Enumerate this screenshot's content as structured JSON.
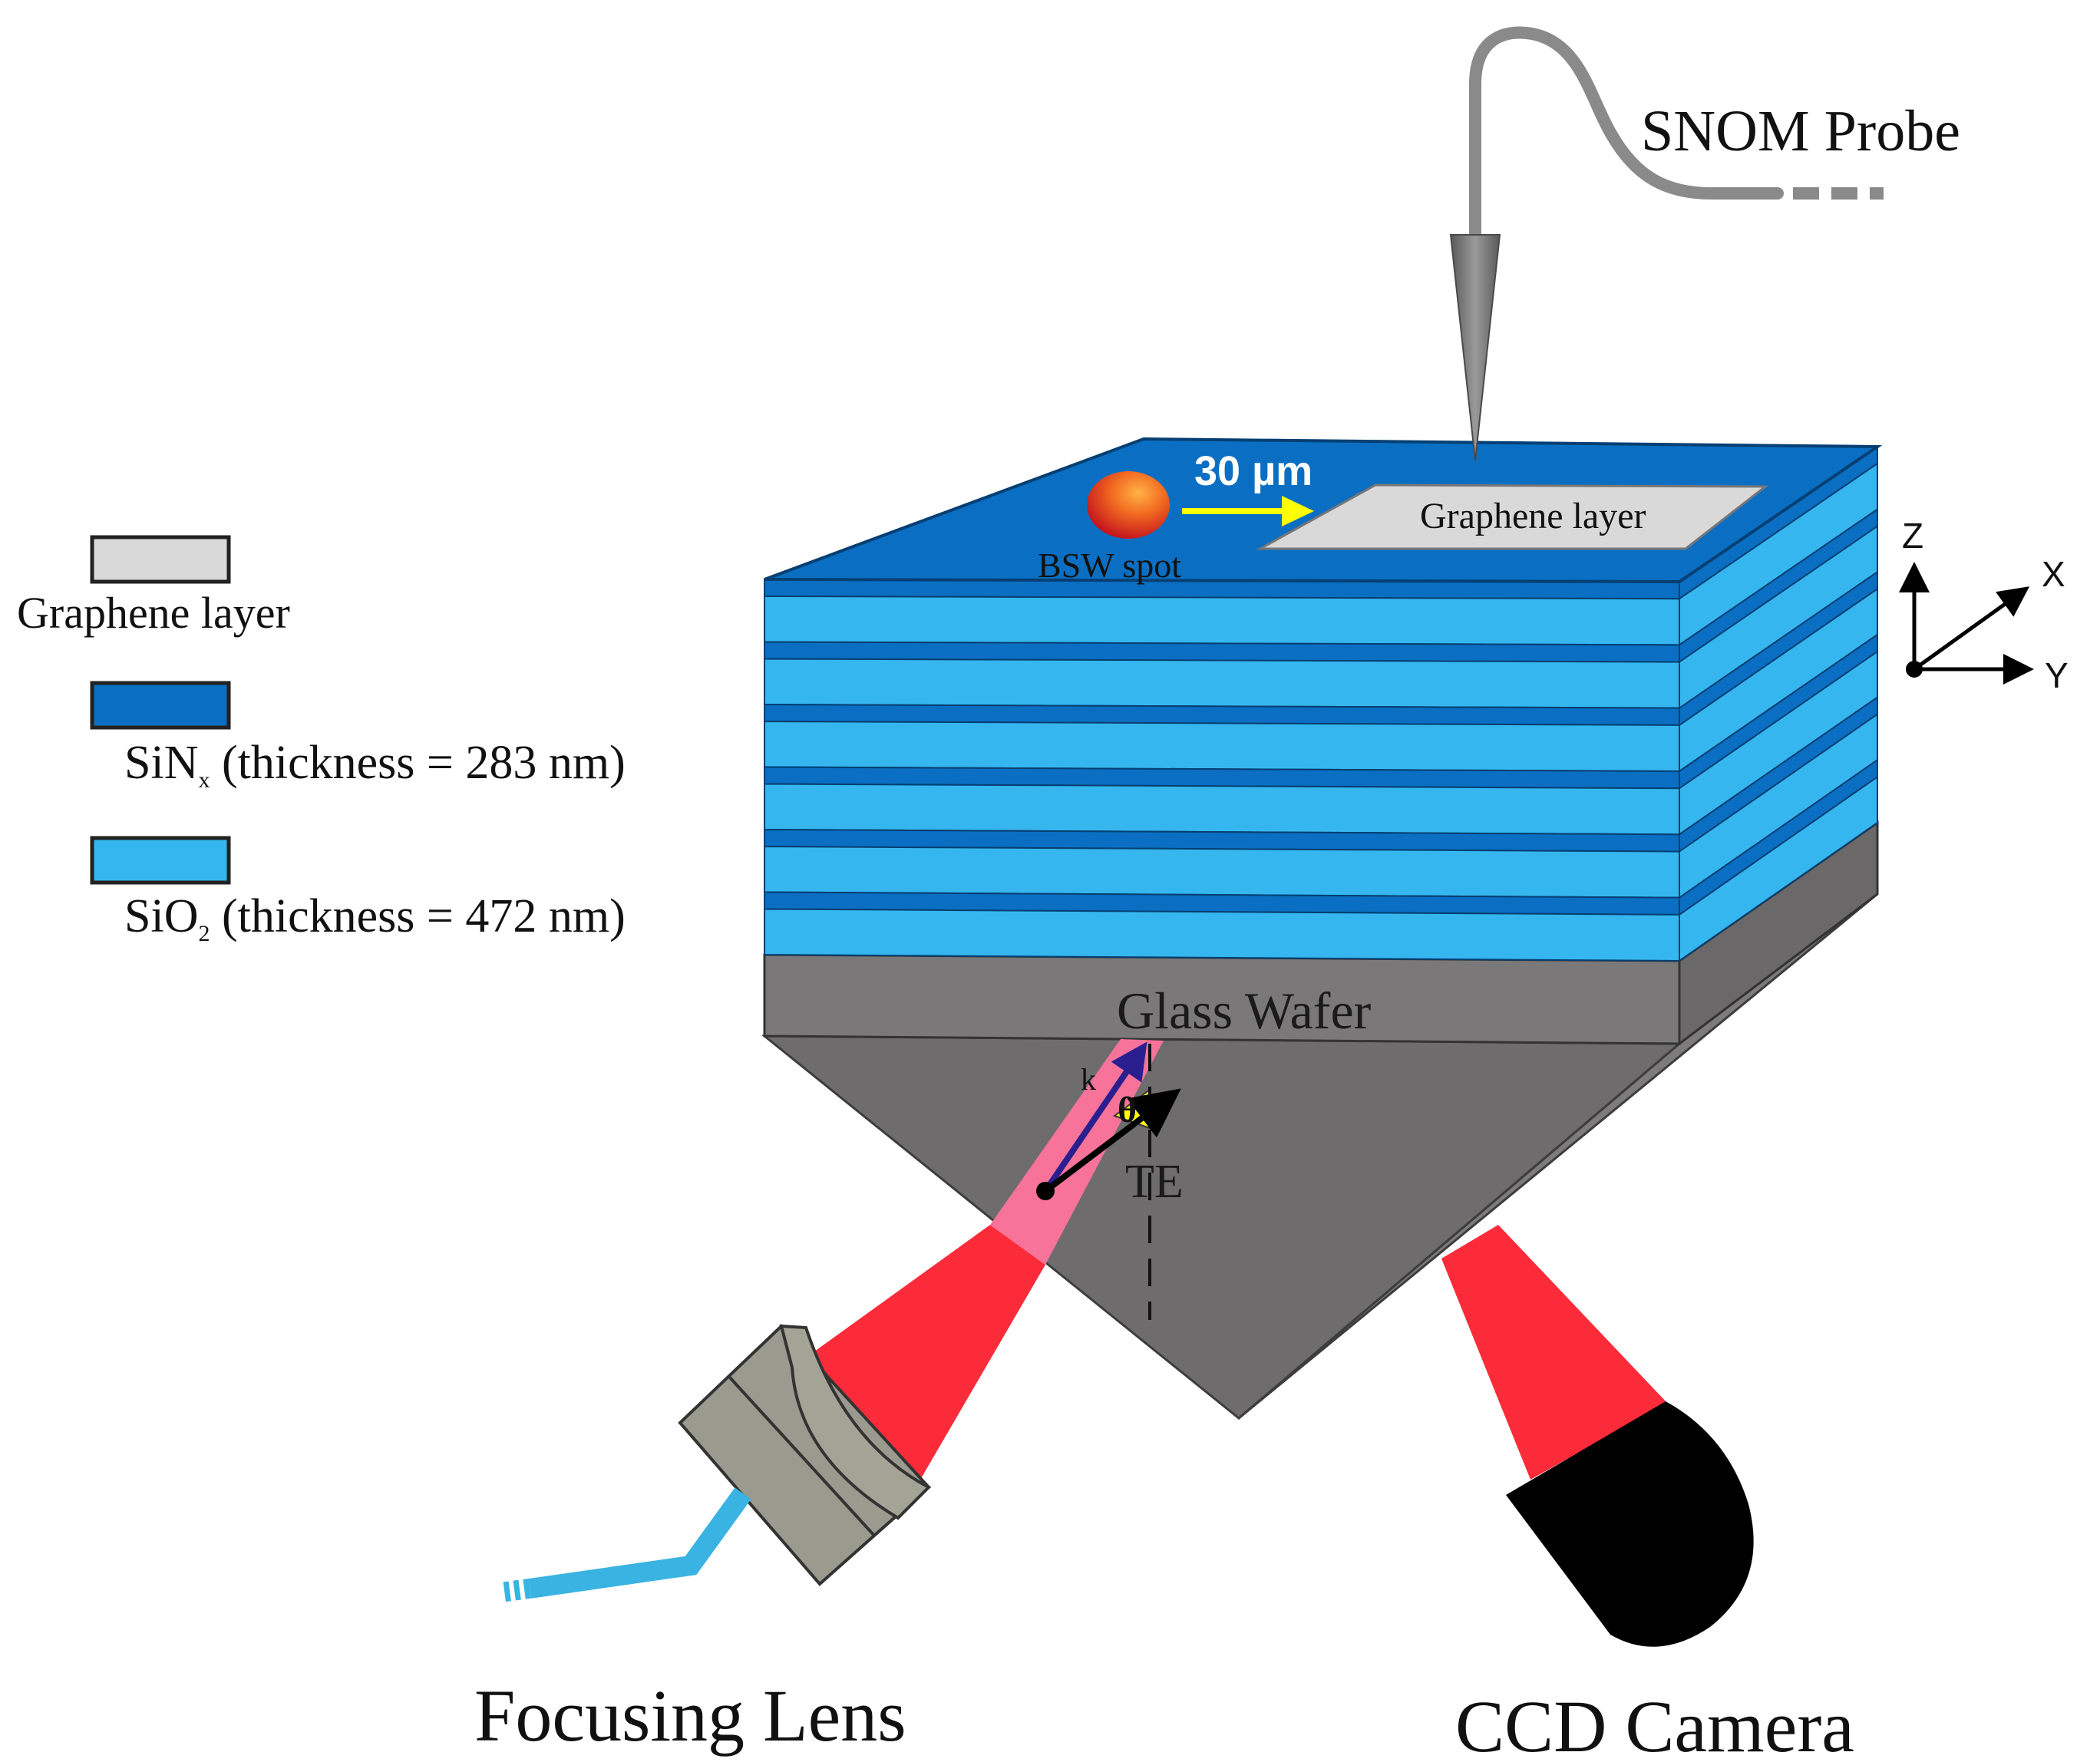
{
  "labels": {
    "snom_probe": "SNOM Probe",
    "graphene_on_top": "Graphene layer",
    "bsw_spot": "BSW spot",
    "distance": "30 µm",
    "glass_wafer": "Glass Wafer",
    "focusing_lens": "Focusing Lens",
    "ccd_camera": "CCD Camera",
    "k": "k",
    "theta": "θ",
    "te": "TE"
  },
  "axes": {
    "z": "Z",
    "x": "X",
    "y": "Y"
  },
  "legend": [
    {
      "label": "Graphene layer",
      "color": "#d9d9d9"
    },
    {
      "label_main": "SiN",
      "label_sub": "x",
      "label_rest": " (thickness = 283 nm)",
      "color": "#0a6fc2"
    },
    {
      "label_main": "SiO",
      "label_sub": "2",
      "label_rest": " (thickness = 472 nm)",
      "color": "#36b6ee"
    }
  ],
  "colors": {
    "sin": "#0a6fc2",
    "sio2": "#36b6ee",
    "graphene": "#d9d9d9",
    "glass": "#7a7878",
    "prism": "#6e6c6c",
    "laser": "#fc2b3a",
    "laser_inside": "#f7739a",
    "fiber": "#39b3e2",
    "probe": "#8a8a8a",
    "arrow_yellow": "#ffff00",
    "camera": "#000000"
  }
}
